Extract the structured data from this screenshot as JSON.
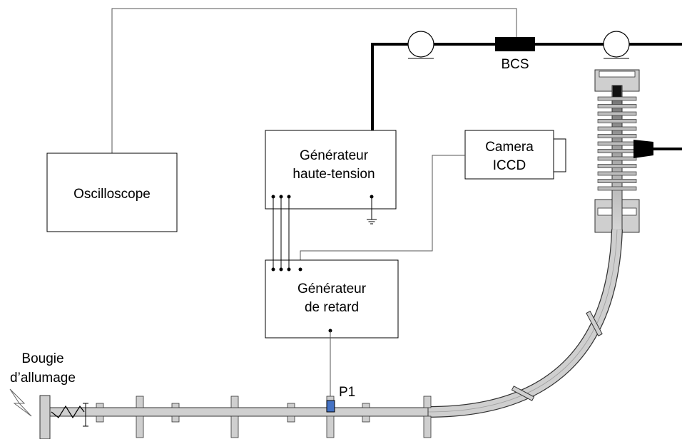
{
  "diagram": {
    "oscilloscope": {
      "label": "Oscilloscope"
    },
    "hv_generator": {
      "line1": "Générateur",
      "line2": "haute-tension"
    },
    "delay_generator": {
      "line1": "Générateur",
      "line2": "de retard"
    },
    "camera": {
      "line1": "Camera",
      "line2": "ICCD"
    },
    "bcs": {
      "label": "BCS"
    },
    "spark_plug": {
      "line1": "Bougie",
      "line2": "d’allumage"
    },
    "probe": {
      "label": "P1",
      "color": "#4472c4"
    },
    "colors": {
      "stroke": "#000000",
      "tube_fill": "#d0d0d0",
      "column_fill": "#9a9a9a"
    }
  }
}
